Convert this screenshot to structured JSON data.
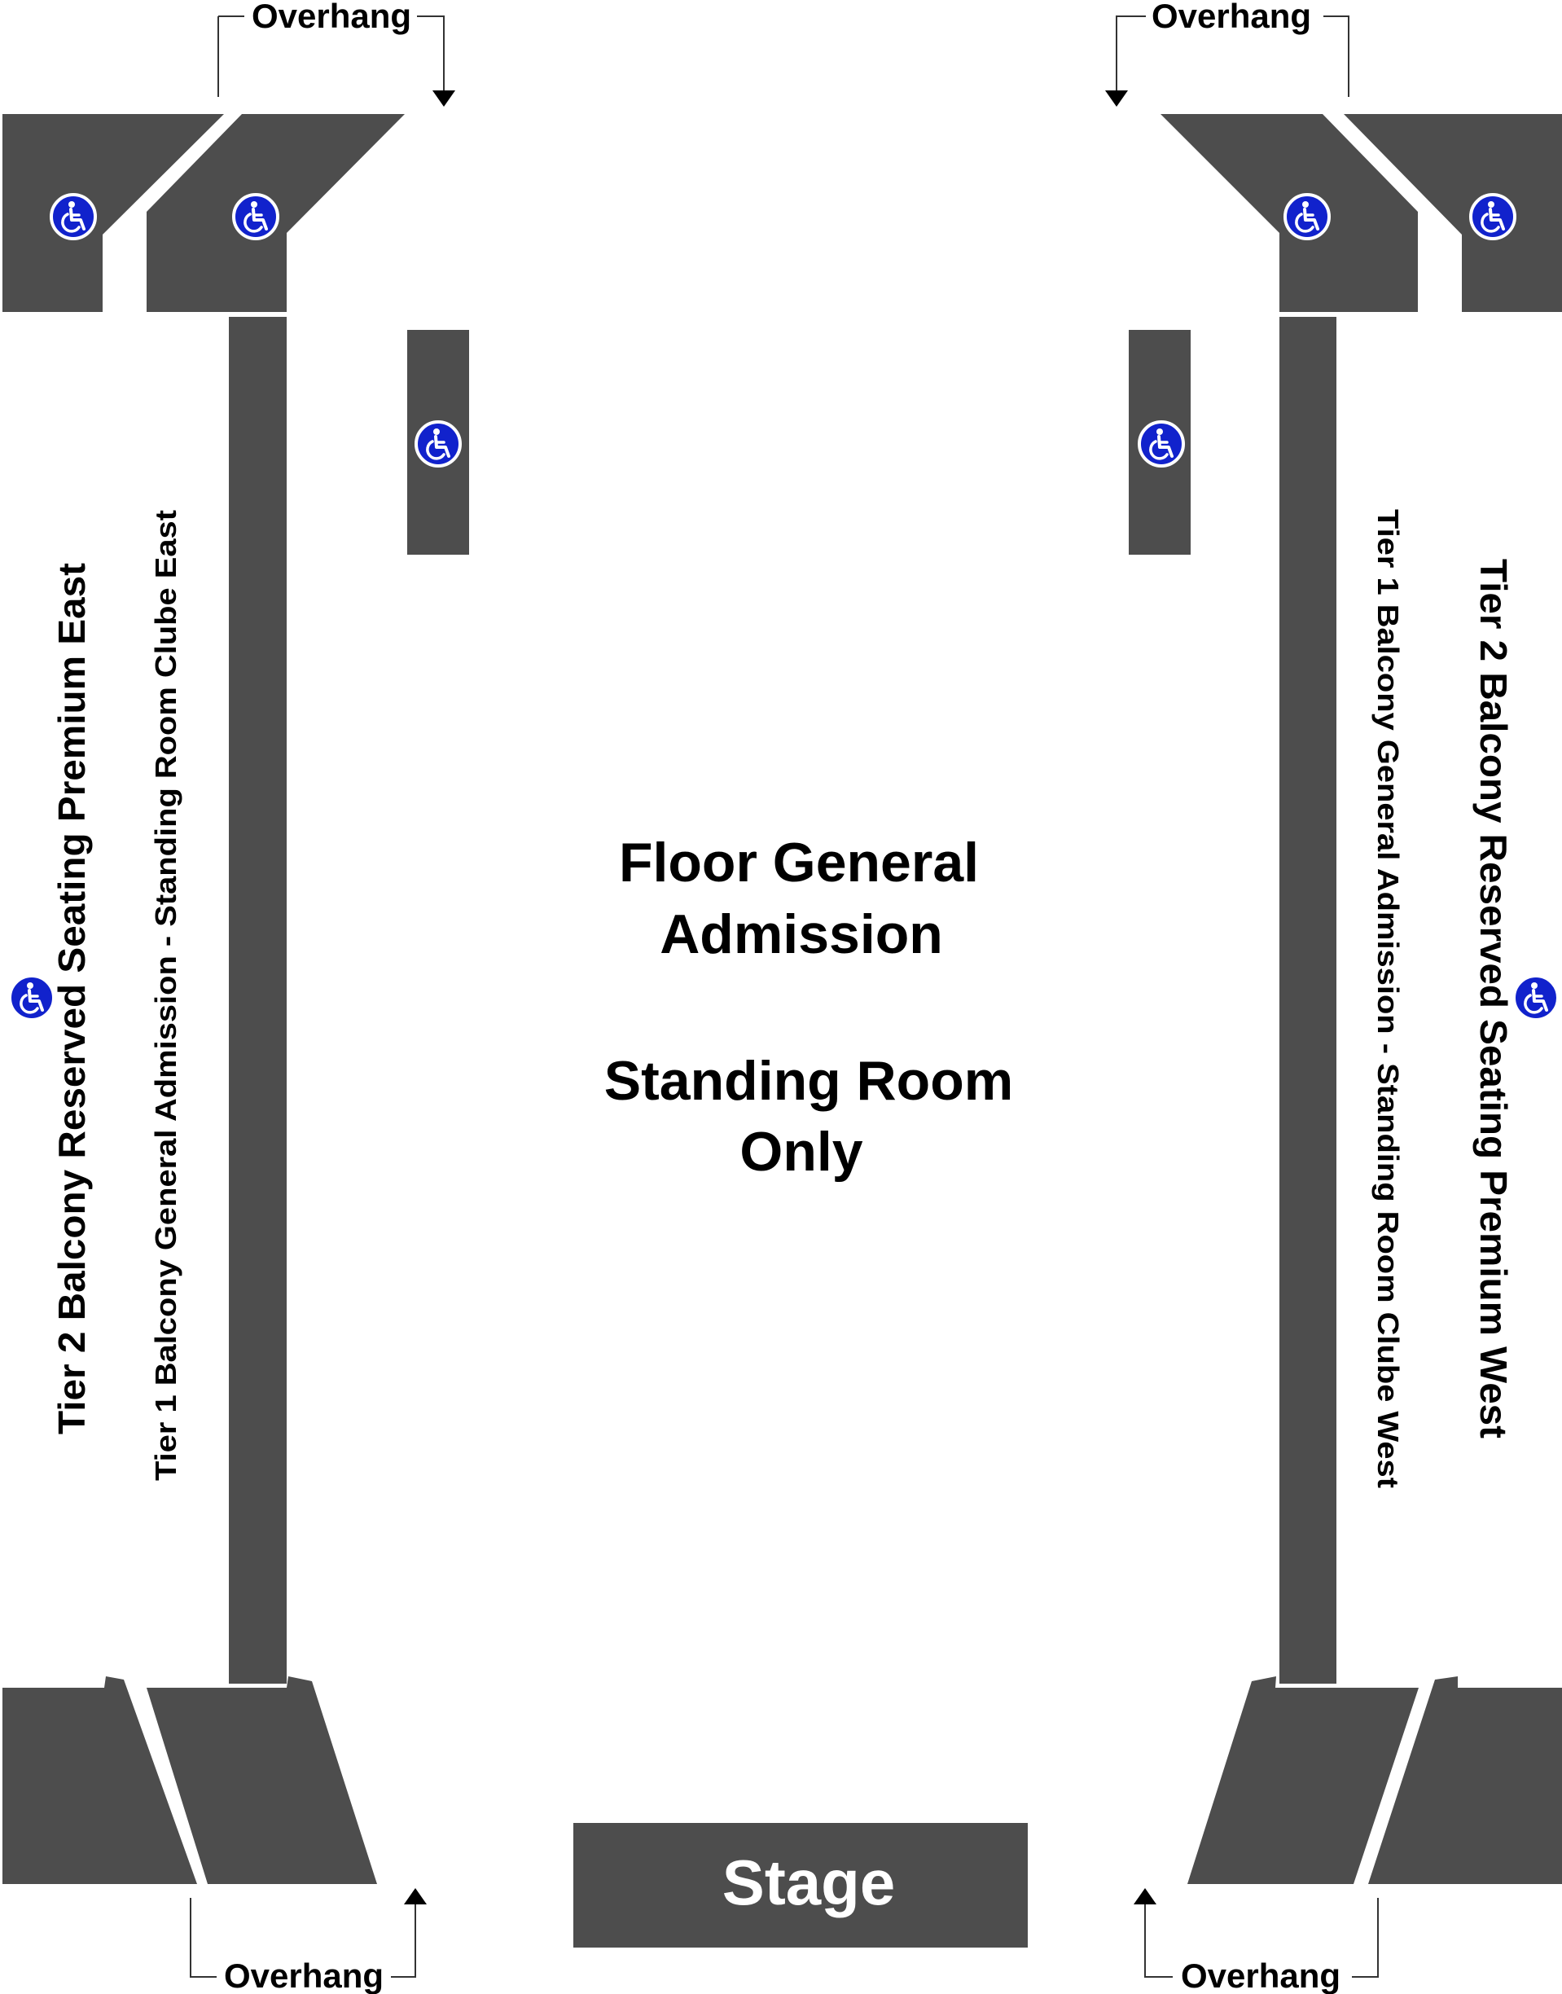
{
  "overhang_label": "Overhang",
  "floor": {
    "line1": "Floor General",
    "line2": "Admission",
    "line3": "Standing Room",
    "line4": "Only"
  },
  "stage_label": "Stage",
  "east": {
    "tier2_label": "Tier 2 Balcony Reserved Seating Premium East",
    "tier1_label": "Tier 1 Balcony General Admission - Standing Room Clube East"
  },
  "west": {
    "tier2_label": "Tier 2 Balcony Reserved Seating Premium West",
    "tier1_label": "Tier 1 Balcony General Admission - Standing Room Clube West"
  },
  "accessibility_icon": "wheelchair-icon",
  "colors": {
    "section": "#4d4d4d",
    "accessible": "#1122cc",
    "background": "#ffffff"
  }
}
